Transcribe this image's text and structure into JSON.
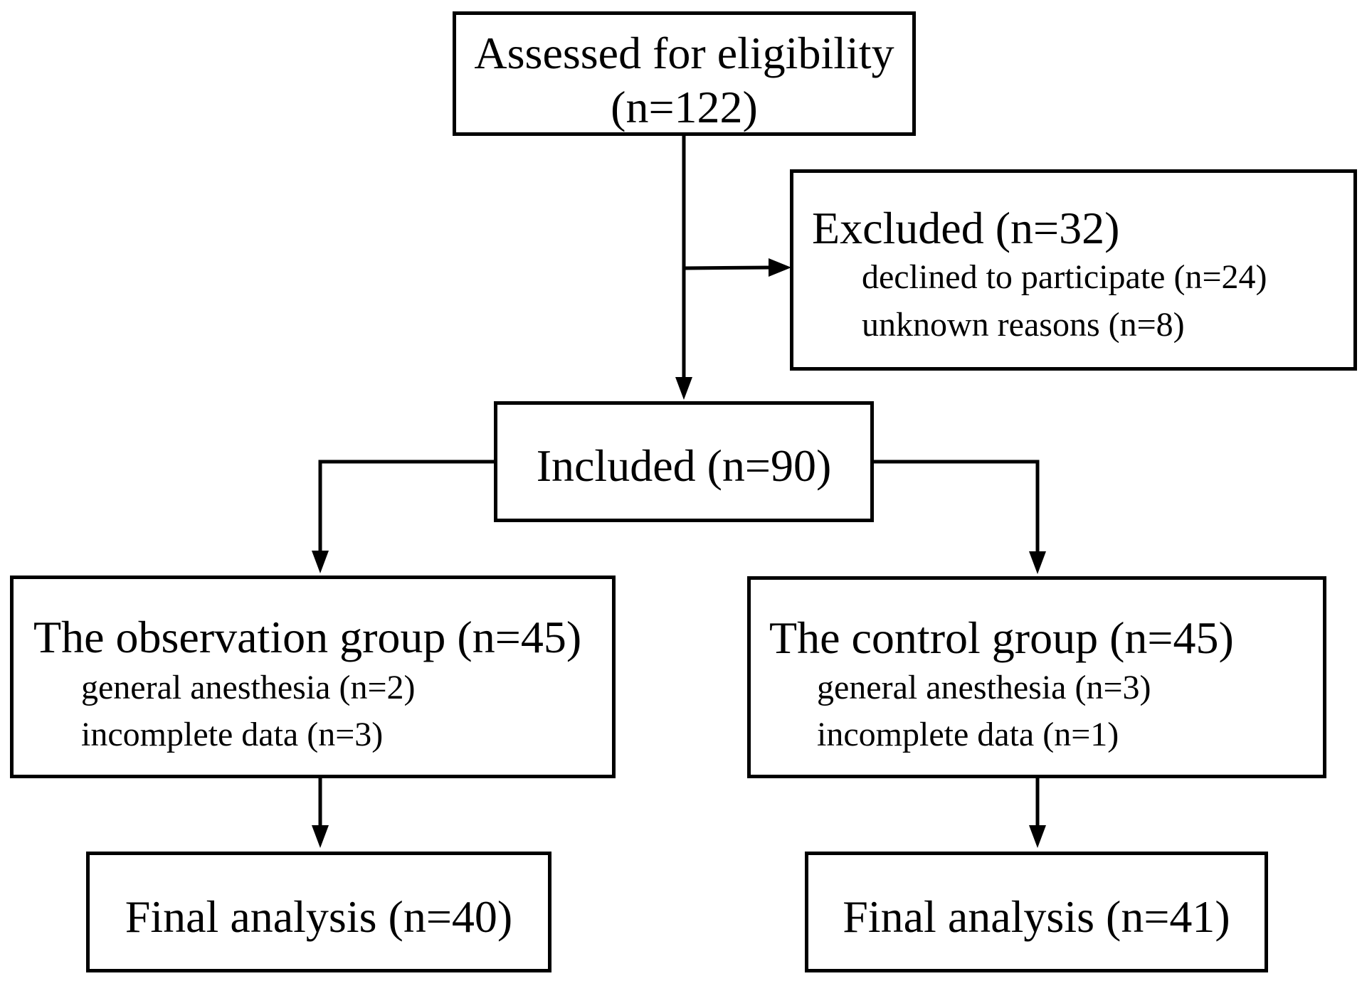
{
  "diagram": {
    "assessed": {
      "line1": "Assessed for eligibility",
      "line2": "(n=122)"
    },
    "excluded": {
      "title": "Excluded (n=32)",
      "items": [
        "declined to participate (n=24)",
        "unknown reasons (n=8)"
      ]
    },
    "included": {
      "title": "Included (n=90)"
    },
    "observation": {
      "title": "The observation group  (n=45)",
      "items": [
        "general anesthesia (n=2)",
        "incomplete data (n=3)"
      ]
    },
    "control": {
      "title": "The control group  (n=45)",
      "items": [
        "general anesthesia (n=3)",
        "incomplete data (n=1)"
      ]
    },
    "final_observation": {
      "title": "Final analysis (n=40)"
    },
    "final_control": {
      "title": "Final analysis  (n=41)"
    }
  }
}
